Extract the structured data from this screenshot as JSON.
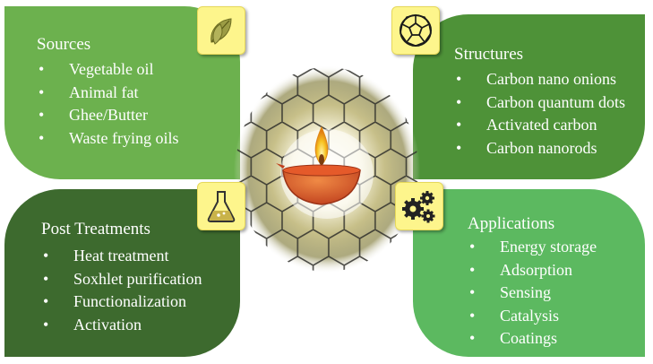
{
  "sources": {
    "title": "Sources",
    "icon": "leaves-icon",
    "items": [
      "Vegetable oil",
      "Animal fat",
      "Ghee/Butter",
      "Waste frying oils"
    ]
  },
  "structures": {
    "title": "Structures",
    "icon": "fullerene-icon",
    "items": [
      "Carbon nano onions",
      "Carbon quantum dots",
      "Activated carbon",
      "Carbon nanorods"
    ]
  },
  "post_treatments": {
    "title": "Post Treatments",
    "icon": "flask-icon",
    "items": [
      "Heat treatment",
      "Soxhlet purification",
      "Functionalization",
      "Activation"
    ]
  },
  "applications": {
    "title": "Applications",
    "icon": "gears-icon",
    "items": [
      "Energy storage",
      "Adsorption",
      "Sensing",
      "Catalysis",
      "Coatings"
    ]
  },
  "center": {
    "icon": "oil-lamp-icon",
    "background": "graphene-hexagon-lattice"
  },
  "colors": {
    "sources": "#6cb14e",
    "structures": "#4e9238",
    "post_treatments": "#3d6a2e",
    "applications": "#5cb960",
    "icon_box": "#fdf58c"
  }
}
